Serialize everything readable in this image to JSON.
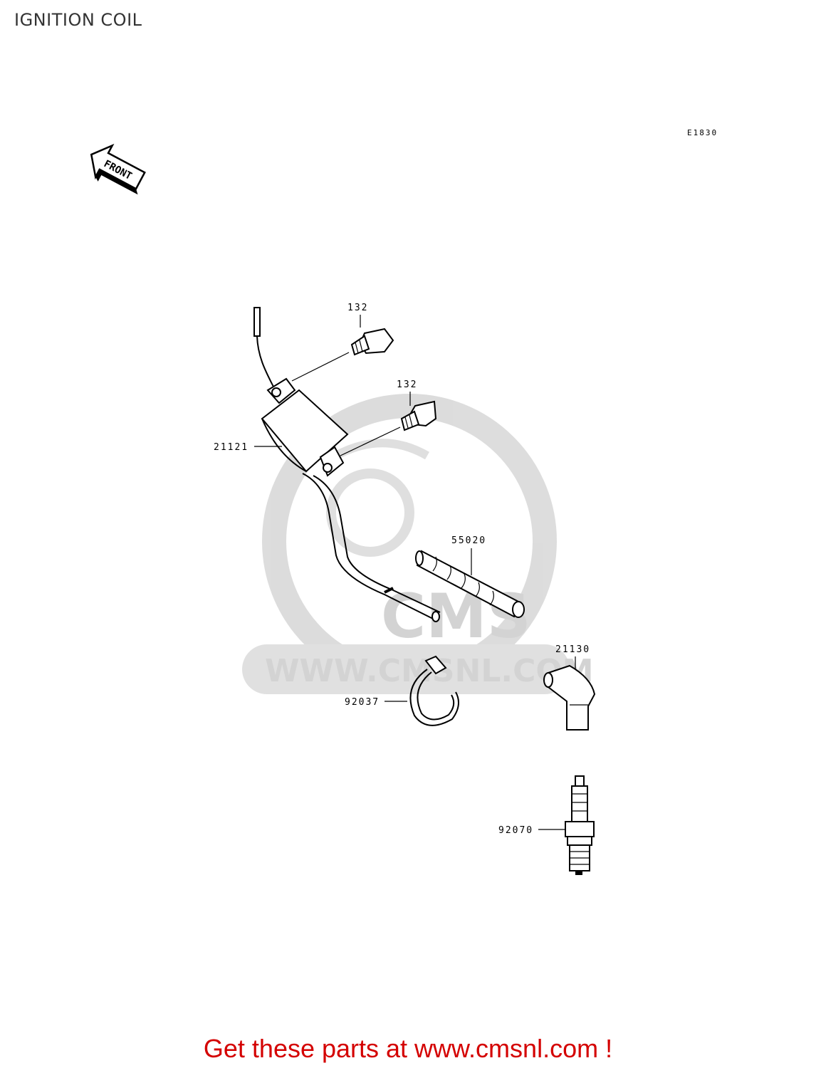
{
  "page": {
    "title": "IGNITION COIL",
    "diagram_code": "E1830",
    "front_marker": "FRONT"
  },
  "watermark": {
    "brand": "CMS",
    "url": "WWW.CMSNL.COM"
  },
  "parts": [
    {
      "number": "132",
      "name": "bolt"
    },
    {
      "number": "132",
      "name": "bolt"
    },
    {
      "number": "21121",
      "name": "ignition-coil"
    },
    {
      "number": "55020",
      "name": "protector-tube"
    },
    {
      "number": "21130",
      "name": "plug-cap"
    },
    {
      "number": "92037",
      "name": "clamp-band"
    },
    {
      "number": "92070",
      "name": "spark-plug"
    }
  ],
  "footer": {
    "text": "Get these parts at www.cmsnl.com !",
    "color": "#d40000"
  }
}
